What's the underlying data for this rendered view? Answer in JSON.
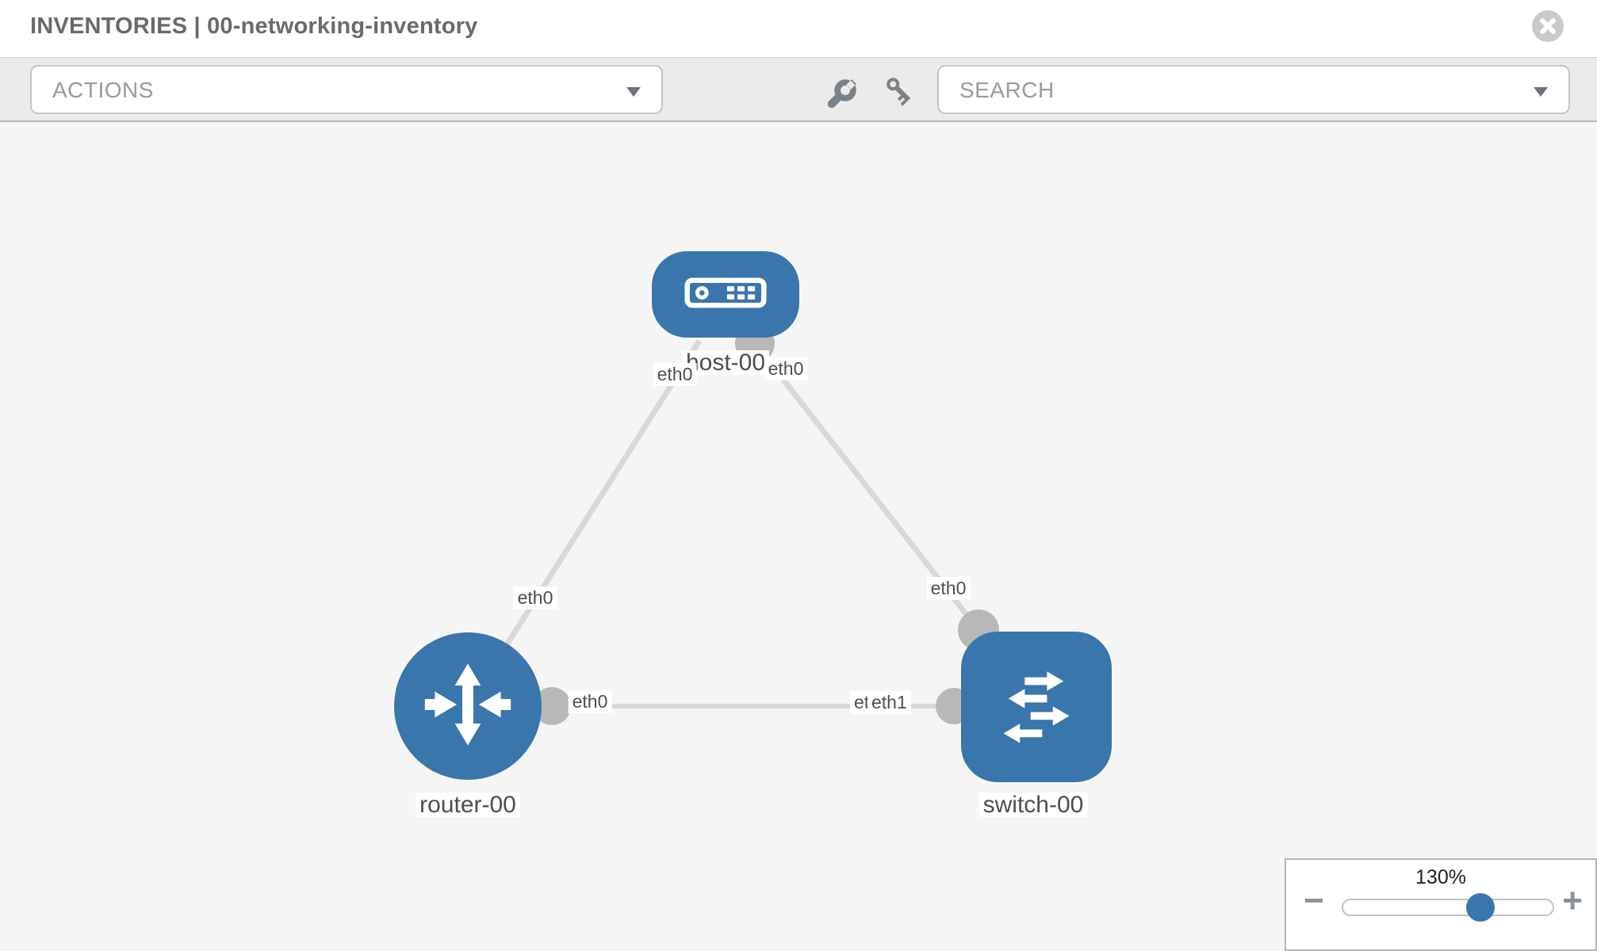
{
  "header": {
    "title": "INVENTORIES | 00-networking-inventory"
  },
  "toolbar": {
    "actions_label": "ACTIONS",
    "search_placeholder": "SEARCH"
  },
  "diagram": {
    "nodes": [
      {
        "id": "host-00",
        "type": "host",
        "label": "host-00"
      },
      {
        "id": "router-00",
        "type": "router",
        "label": "router-00"
      },
      {
        "id": "switch-00",
        "type": "switch",
        "label": "switch-00"
      }
    ],
    "links": [
      {
        "from": "router-00",
        "from_interface": "eth0",
        "to": "host-00",
        "to_interface": "eth0"
      },
      {
        "from": "host-00",
        "from_interface": "eth0",
        "to": "switch-00",
        "to_interface": "eth0"
      },
      {
        "from": "router-00",
        "from_interface": "eth0",
        "to": "switch-00",
        "to_interface": "eth1"
      }
    ],
    "colors": {
      "node_fill": "#3876ac",
      "edge": "#d8d8d8",
      "port": "#b8b8b8"
    }
  },
  "zoom_control": {
    "level": "130%",
    "minus_label": "−",
    "plus_label": "+"
  }
}
